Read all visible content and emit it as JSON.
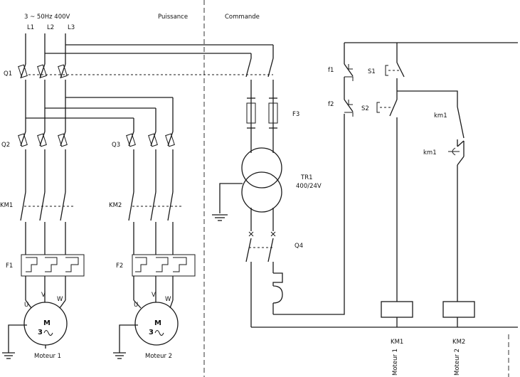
{
  "supply": {
    "label": "3 ~ 50Hz 400V",
    "phases": [
      "L1",
      "L2",
      "L3"
    ]
  },
  "sections": {
    "power": "Puissance",
    "control": "Commande"
  },
  "power": {
    "q1": "Q1",
    "motor1": {
      "breaker": "Q2",
      "contactor": "KM1",
      "relay": "F1",
      "u": "U",
      "v": "V",
      "w": "W",
      "m": "M",
      "phase_count": "3",
      "name": "Moteur 1"
    },
    "motor2": {
      "breaker": "Q3",
      "contactor": "KM2",
      "relay": "F2",
      "u": "U",
      "v": "V",
      "w": "W",
      "m": "M",
      "phase_count": "3",
      "name": "Moteur 2"
    }
  },
  "control": {
    "fuse": "F3",
    "transformer": {
      "name": "TR1",
      "ratio": "400/24V"
    },
    "breaker": "Q4",
    "contacts": {
      "f1": "f1",
      "f2": "f2",
      "s1": "S1",
      "s2": "S2",
      "km1_contact": "km1",
      "km1_timer": "km1"
    },
    "coils": [
      {
        "name": "KM1",
        "load": "Moteur 1"
      },
      {
        "name": "KM2",
        "load": "Moteur 2"
      }
    ]
  },
  "colors": {
    "line": "#1a1a1a",
    "background": "#ffffff"
  }
}
